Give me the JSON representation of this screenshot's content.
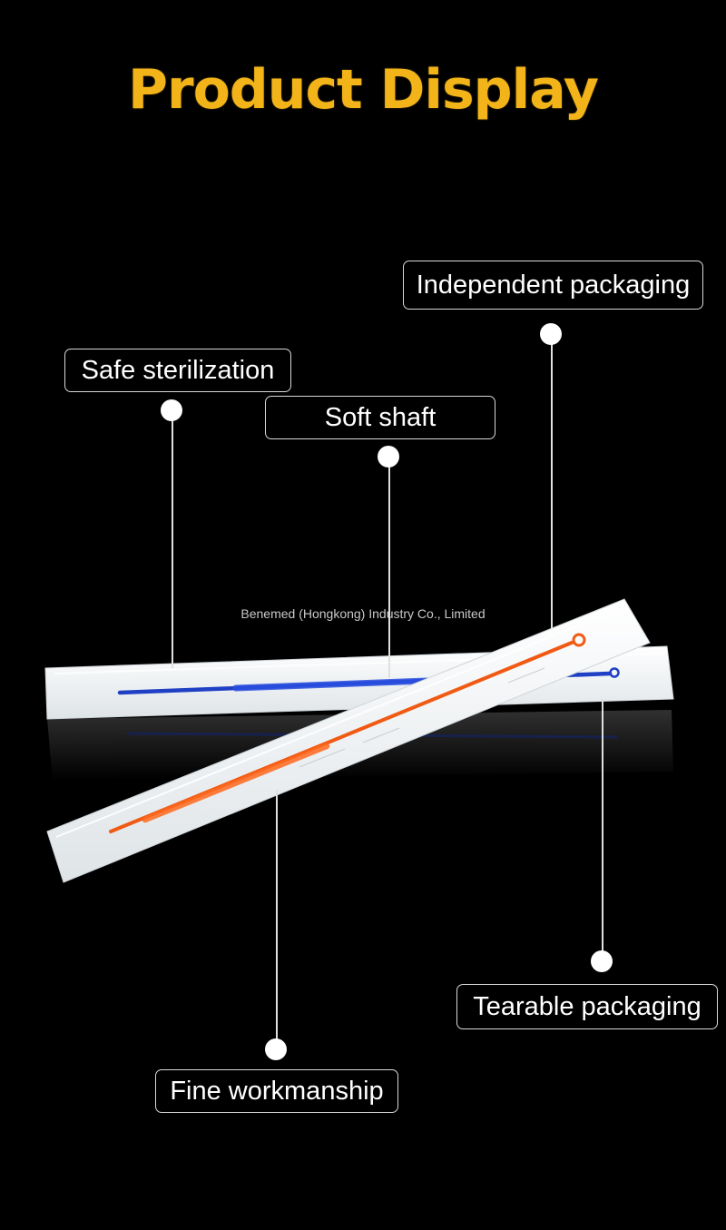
{
  "page": {
    "title": "Product Display",
    "watermark": "Benemed (Hongkong) Industry Co., Limited"
  },
  "callouts": {
    "independent_packaging": "Independent packaging",
    "safe_sterilization": "Safe sterilization",
    "soft_shaft": "Soft shaft",
    "tearable_packaging": "Tearable packaging",
    "fine_workmanship": "Fine workmanship"
  },
  "colors": {
    "background": "#000000",
    "title": "#f2b418",
    "callout_border": "#d8d8d8",
    "loop_blue": "#1f3fc4",
    "loop_orange": "#f05a14",
    "package_white": "#f4f6f7"
  }
}
